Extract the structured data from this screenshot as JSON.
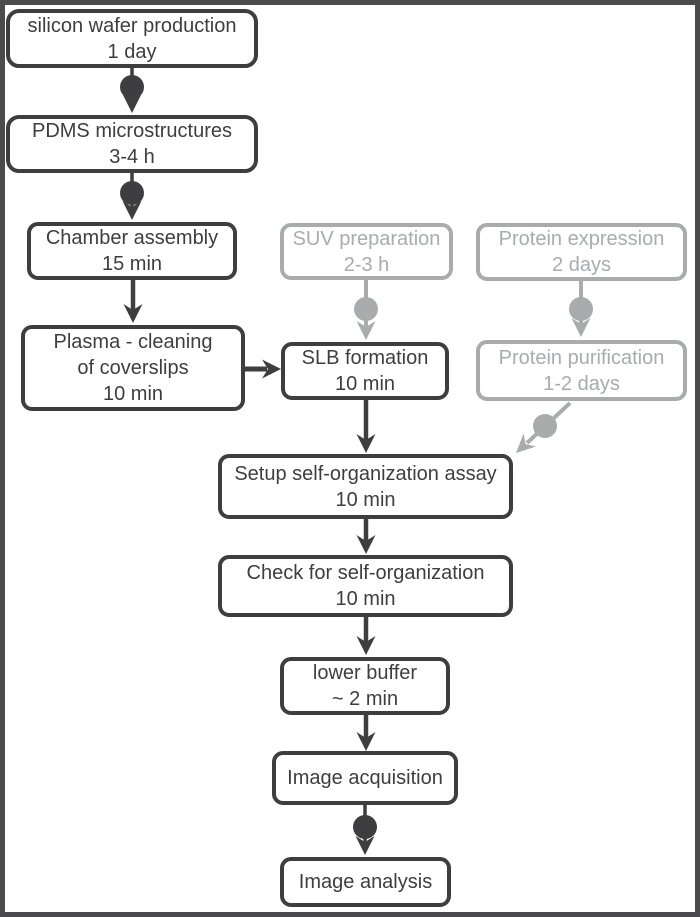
{
  "figure_title": "",
  "colors": {
    "active": "#3e3e40",
    "inactive": "#a9abad",
    "frame": "#4b4b4d",
    "background": "#ffffff"
  },
  "nodes": [
    {
      "id": "silicon-wafer-production",
      "label": "silicon wafer production",
      "duration": "1 day",
      "state": "active"
    },
    {
      "id": "pdms-microstructures",
      "label": "PDMS microstructures",
      "duration": "3-4 h",
      "state": "active"
    },
    {
      "id": "chamber-assembly",
      "label": "Chamber assembly",
      "duration": "15 min",
      "state": "active"
    },
    {
      "id": "plasma-cleaning",
      "label": "Plasma - cleaning",
      "label2": "of coverslips",
      "duration": "10 min",
      "state": "active"
    },
    {
      "id": "suv-preparation",
      "label": "SUV preparation",
      "duration": "2-3 h",
      "state": "inactive"
    },
    {
      "id": "protein-expression",
      "label": "Protein expression",
      "duration": "2 days",
      "state": "inactive"
    },
    {
      "id": "slb-formation",
      "label": "SLB formation",
      "duration": "10 min",
      "state": "active"
    },
    {
      "id": "protein-purification",
      "label": "Protein purification",
      "duration": "1-2 days",
      "state": "inactive"
    },
    {
      "id": "setup-self-organization-assay",
      "label": "Setup self-organization assay",
      "duration": "10 min",
      "state": "active"
    },
    {
      "id": "check-for-self-organization",
      "label": "Check for self-organization",
      "duration": "10 min",
      "state": "active"
    },
    {
      "id": "lower-buffer",
      "label": "lower buffer",
      "duration": "~ 2 min",
      "state": "active"
    },
    {
      "id": "image-acquisition",
      "label": "Image acquisition",
      "state": "active"
    },
    {
      "id": "image-analysis",
      "label": "Image analysis",
      "state": "active"
    }
  ],
  "edges": [
    {
      "from": "silicon-wafer-production",
      "to": "pdms-microstructures",
      "style": "milestone-dot"
    },
    {
      "from": "pdms-microstructures",
      "to": "chamber-assembly",
      "style": "milestone-dot"
    },
    {
      "from": "chamber-assembly",
      "to": "plasma-cleaning",
      "style": "plain"
    },
    {
      "from": "plasma-cleaning",
      "to": "slb-formation",
      "style": "plain"
    },
    {
      "from": "suv-preparation",
      "to": "slb-formation",
      "style": "milestone-dot-inactive"
    },
    {
      "from": "protein-expression",
      "to": "protein-purification",
      "style": "milestone-dot-inactive"
    },
    {
      "from": "protein-purification",
      "to": "setup-self-organization-assay",
      "style": "milestone-dot-inactive"
    },
    {
      "from": "slb-formation",
      "to": "setup-self-organization-assay",
      "style": "plain"
    },
    {
      "from": "setup-self-organization-assay",
      "to": "check-for-self-organization",
      "style": "plain"
    },
    {
      "from": "check-for-self-organization",
      "to": "lower-buffer",
      "style": "plain"
    },
    {
      "from": "lower-buffer",
      "to": "image-acquisition",
      "style": "plain"
    },
    {
      "from": "image-acquisition",
      "to": "image-analysis",
      "style": "milestone-dot"
    }
  ]
}
